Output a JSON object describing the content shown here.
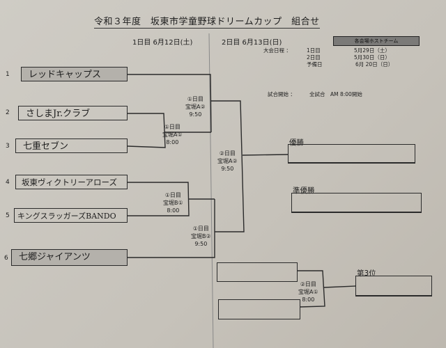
{
  "title": "令和３年度　坂東市学童野球ドリームカップ　組合せ",
  "day1_header": "1日目 6月12日(土)",
  "day2_header": "2日目 6月13日(日)",
  "host_label": "各会場ホストチーム",
  "schedule": {
    "label": "大会日程 ：",
    "rows": [
      {
        "day": "1日目",
        "date": "5月29日（土）"
      },
      {
        "day": "2日目",
        "date": "5月30日（日）"
      },
      {
        "day": "予備日",
        "date": "6月 20日（日）"
      }
    ]
  },
  "start": {
    "label": "試合開始 ：",
    "value": "全試合　AM 8:00開始"
  },
  "teams": [
    {
      "num": "1",
      "name": "レッドキャップス"
    },
    {
      "num": "2",
      "name": "さしまJr.クラブ"
    },
    {
      "num": "3",
      "name": "七重セブン"
    },
    {
      "num": "4",
      "name": "坂東ヴィクトリーアローズ"
    },
    {
      "num": "5",
      "name": "キングスラッガーズBANDO"
    },
    {
      "num": "6",
      "name": "七郷ジャイアンツ"
    }
  ],
  "matches": {
    "a1": {
      "day": "①日目",
      "venue": "宝堀A①",
      "time": "8:00"
    },
    "a2": {
      "day": "①日目",
      "venue": "宝堀A②",
      "time": "9:50"
    },
    "b1": {
      "day": "①日目",
      "venue": "宝堀B①",
      "time": "8:00"
    },
    "b2": {
      "day": "①日目",
      "venue": "宝堀B②",
      "time": "9:50"
    },
    "final": {
      "day": "②日目",
      "venue": "宝堀A②",
      "time": "9:50"
    },
    "third": {
      "day": "②日目",
      "venue": "宝堀A①",
      "time": "8:00"
    }
  },
  "prizes": {
    "champion": "優勝",
    "runner_up": "準優勝",
    "third": "第3位"
  }
}
